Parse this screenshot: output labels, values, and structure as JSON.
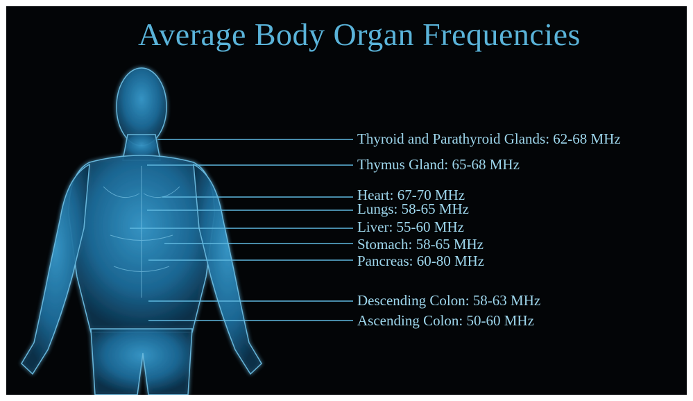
{
  "title": "Average Body Organ Frequencies",
  "colors": {
    "background": "#030507",
    "title": "#5ab3d9",
    "label": "#9ed6ec",
    "leader_line": "#5fb8df",
    "body_glow": "#2f8fc6"
  },
  "organs": [
    {
      "label": "Thyroid and Parathyroid Glands: 62-68 MHz"
    },
    {
      "label": "Thymus Gland: 65-68 MHz"
    },
    {
      "label": "Heart: 67-70 MHz"
    },
    {
      "label": "Lungs: 58-65 MHz"
    },
    {
      "label": "Liver: 55-60 MHz"
    },
    {
      "label": "Stomach: 58-65 MHz"
    },
    {
      "label": "Pancreas: 60-80 MHz"
    },
    {
      "label": "Descending Colon: 58-63 MHz"
    },
    {
      "label": "Ascending Colon: 50-60 MHz"
    }
  ]
}
